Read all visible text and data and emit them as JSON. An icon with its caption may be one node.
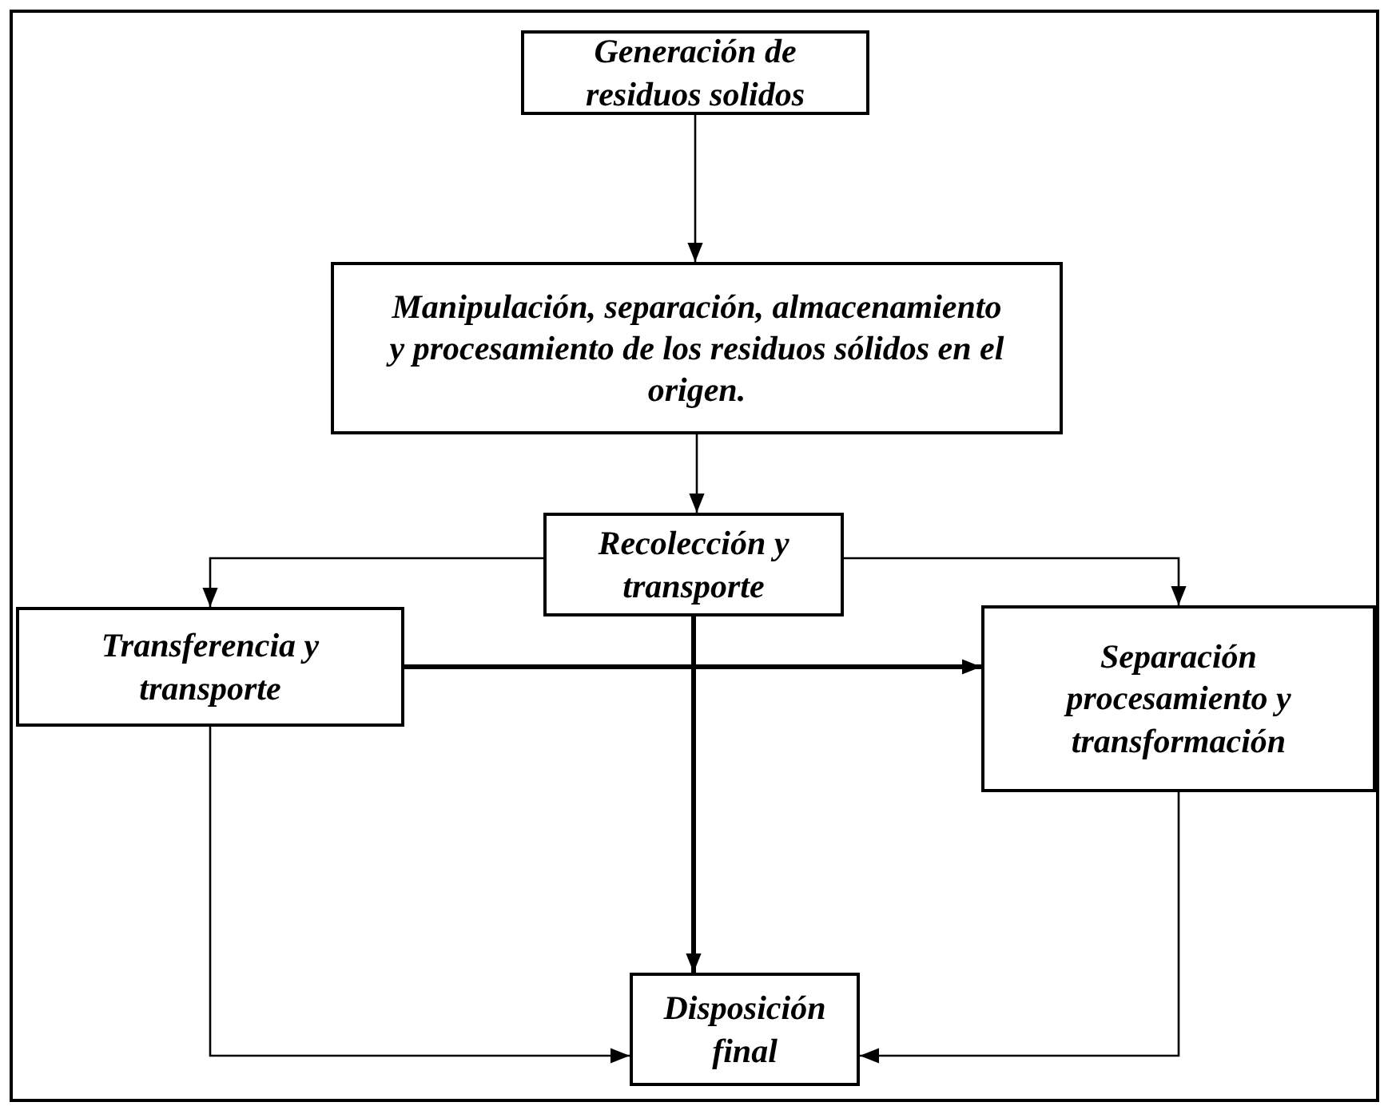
{
  "diagram": {
    "nodes": [
      {
        "text": [
          "Generación  de residuos solidos"
        ]
      },
      {
        "text": [
          "Manipulación, separación, almacenamiento y procesamiento de los residuos sólidos en el origen."
        ]
      },
      {
        "text": [
          "Recolección y transporte"
        ]
      },
      {
        "text": [
          "Transferencia y transporte"
        ]
      },
      {
        "text": [
          "Separación procesamiento y transformación"
        ]
      },
      {
        "text": [
          "Disposición final"
        ]
      }
    ],
    "edges": [
      {
        "from": 0,
        "to": 1,
        "arrow": "to"
      },
      {
        "from": 1,
        "to": 2,
        "arrow": "to"
      },
      {
        "from": 2,
        "to": 3,
        "arrow": "to"
      },
      {
        "from": 2,
        "to": 4,
        "arrow": "to"
      },
      {
        "from": 2,
        "to": 5,
        "arrow": "to",
        "style": "thick"
      },
      {
        "from": 3,
        "to": 4,
        "arrow": "to",
        "style": "thick"
      },
      {
        "from": 3,
        "to": 5,
        "arrow": "to"
      },
      {
        "from": 4,
        "to": 5,
        "arrow": "to"
      }
    ]
  }
}
